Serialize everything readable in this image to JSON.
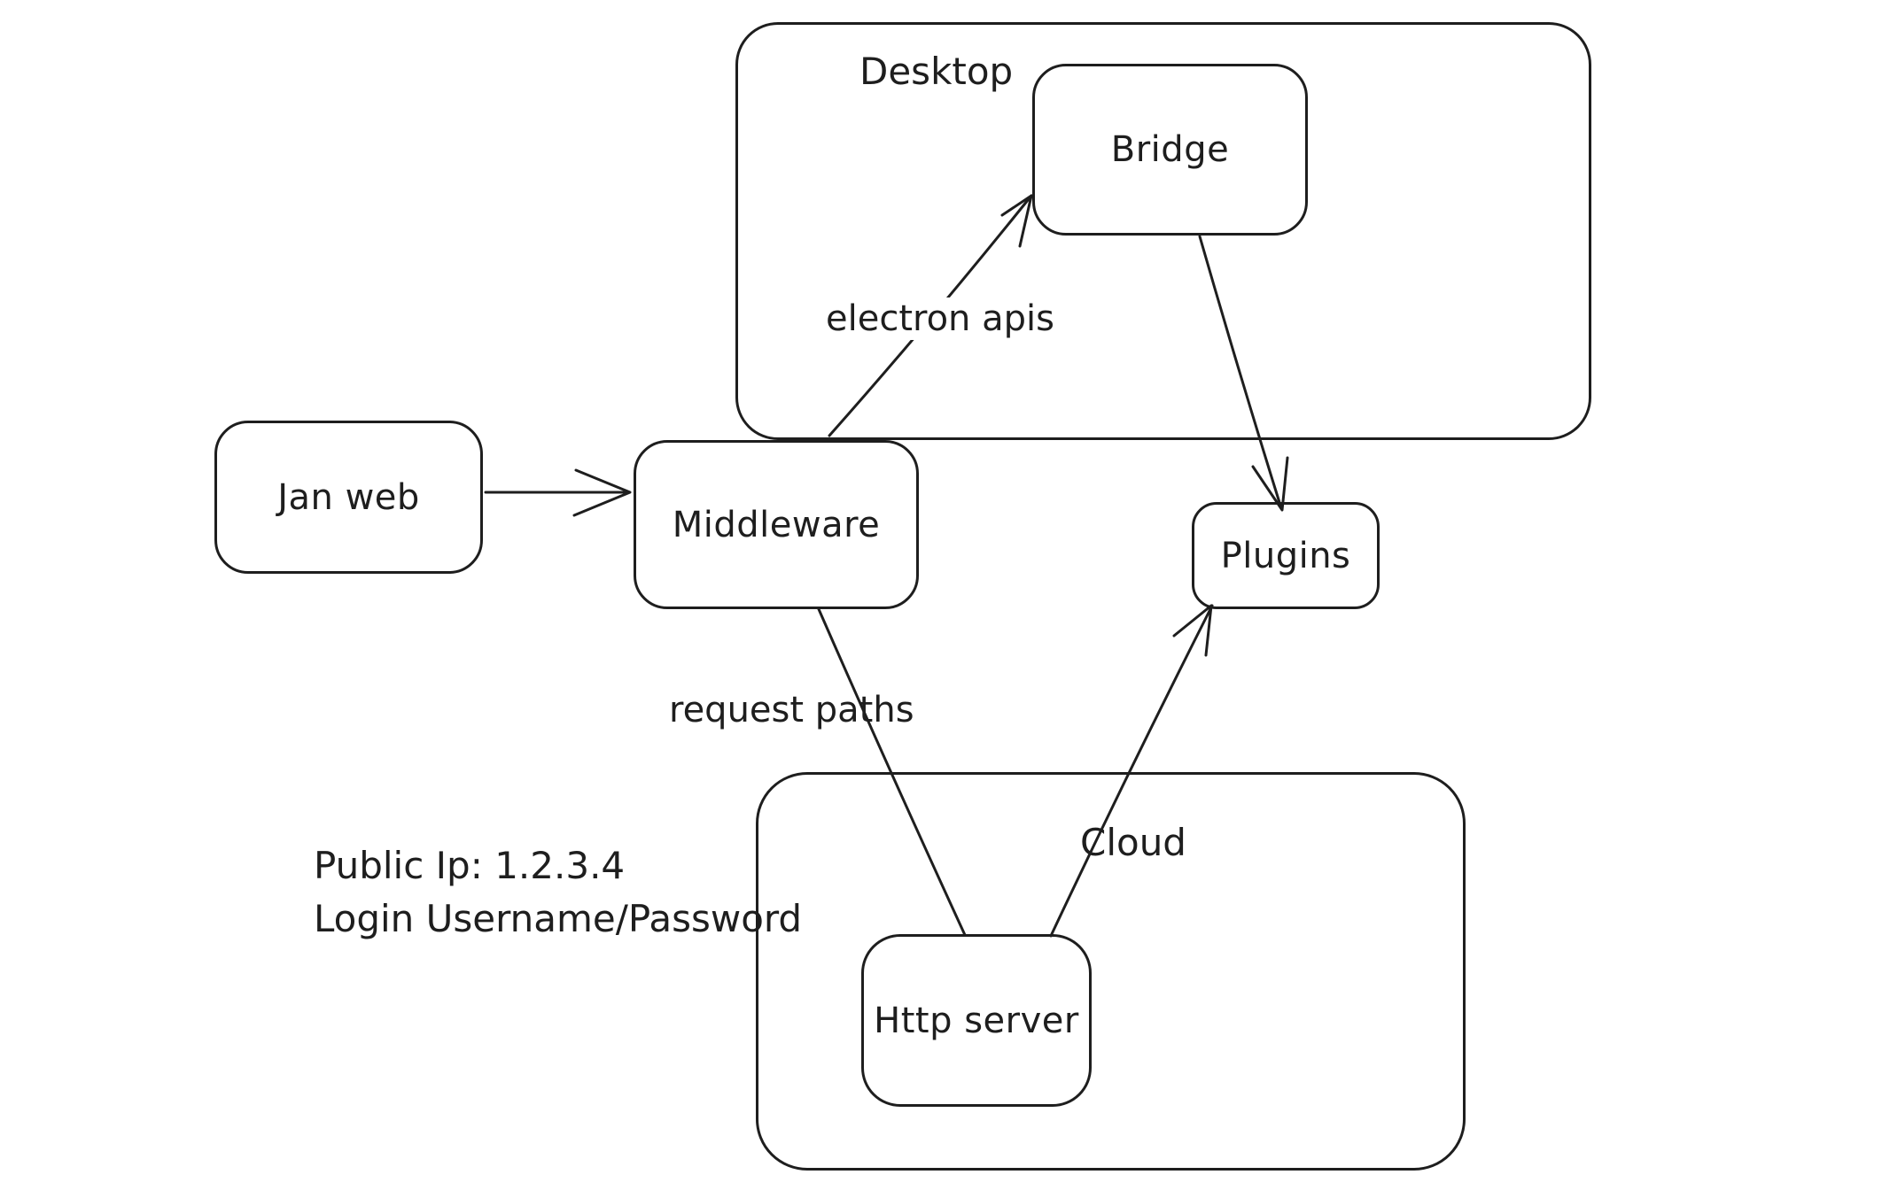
{
  "theme": {
    "background_color": "#ffffff",
    "stroke_color": "#1e1e1e"
  },
  "diagram": {
    "containers": {
      "desktop": {
        "label": "Desktop"
      },
      "cloud": {
        "label": "Cloud"
      }
    },
    "boxes": {
      "jan_web": {
        "label": "Jan web"
      },
      "middleware": {
        "label": "Middleware"
      },
      "bridge": {
        "label": "Bridge"
      },
      "plugins": {
        "label": "Plugins"
      },
      "http_server": {
        "label": "Http server"
      }
    },
    "edges": [
      {
        "from": "jan_web",
        "to": "middleware",
        "label": "",
        "arrowhead": "end"
      },
      {
        "from": "middleware",
        "to": "bridge",
        "label": "electron apis",
        "arrowhead": "end"
      },
      {
        "from": "bridge",
        "to": "plugins",
        "label": "",
        "arrowhead": "end"
      },
      {
        "from": "middleware",
        "to": "http_server",
        "label": "request paths",
        "arrowhead": "none"
      },
      {
        "from": "http_server",
        "to": "plugins",
        "label": "",
        "arrowhead": "end"
      }
    ],
    "note": {
      "line1": "Public Ip: 1.2.3.4",
      "line2": "Login Username/Password"
    }
  }
}
